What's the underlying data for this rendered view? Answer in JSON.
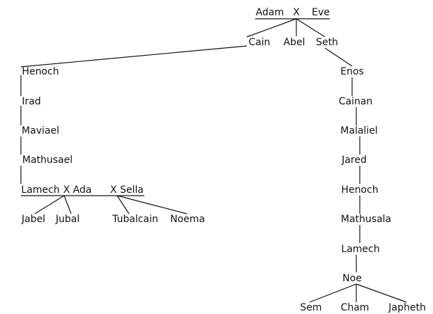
{
  "tree": {
    "adam": "Adam",
    "adam_cross": "X",
    "eve": "Eve",
    "cain": "Cain",
    "abel": "Abel",
    "seth": "Seth",
    "henoch_cain": "Henoch",
    "irad": "Irad",
    "maviael": "Maviael",
    "mathusael": "Mathusael",
    "lamech_cain": "Lamech",
    "lamech_cross_ada": "X Ada",
    "lamech_cross_sella": "X Sella",
    "jabel": "Jabel",
    "jubal": "Jubal",
    "tubalcain": "Tubalcain",
    "noema": "Noema",
    "enos": "Enos",
    "cainan": "Cainan",
    "malaliel": "Malaliel",
    "jared": "Jared",
    "henoch_seth": "Henoch",
    "mathusala": "Mathusala",
    "lamech_seth": "Lamech",
    "noe": "Noe",
    "sem": "Sem",
    "cham": "Cham",
    "japheth": "Japheth"
  },
  "colors": {
    "line": "#111111",
    "text": "#111111",
    "background": "#ffffff"
  }
}
